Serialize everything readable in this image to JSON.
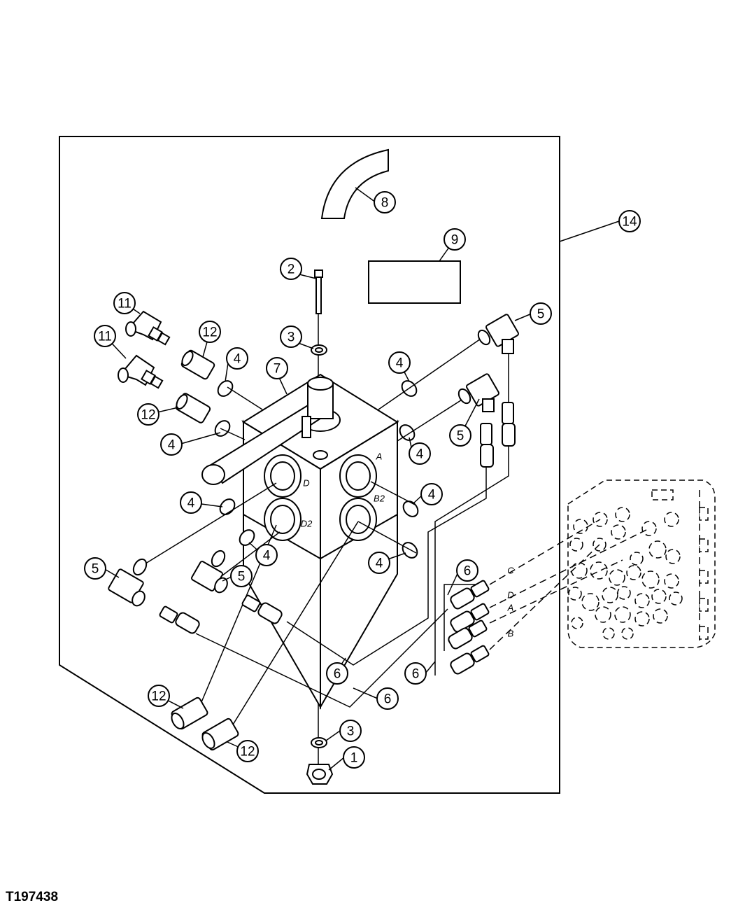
{
  "figure_id": "T197438",
  "callouts": [
    {
      "label": "1"
    },
    {
      "label": "2"
    },
    {
      "label": "3"
    },
    {
      "label": "3"
    },
    {
      "label": "4"
    },
    {
      "label": "4"
    },
    {
      "label": "4"
    },
    {
      "label": "4"
    },
    {
      "label": "4"
    },
    {
      "label": "4"
    },
    {
      "label": "4"
    },
    {
      "label": "4"
    },
    {
      "label": "5"
    },
    {
      "label": "5"
    },
    {
      "label": "5"
    },
    {
      "label": "5"
    },
    {
      "label": "6"
    },
    {
      "label": "6"
    },
    {
      "label": "6"
    },
    {
      "label": "6"
    },
    {
      "label": "7"
    },
    {
      "label": "8"
    },
    {
      "label": "9"
    },
    {
      "label": "11"
    },
    {
      "label": "11"
    },
    {
      "label": "12"
    },
    {
      "label": "12"
    },
    {
      "label": "12"
    },
    {
      "label": "12"
    },
    {
      "label": "14"
    }
  ],
  "port_letters": [
    "C",
    "D",
    "A",
    "B"
  ],
  "block_port_labels": [
    "D",
    "A",
    "D2",
    "B2"
  ]
}
